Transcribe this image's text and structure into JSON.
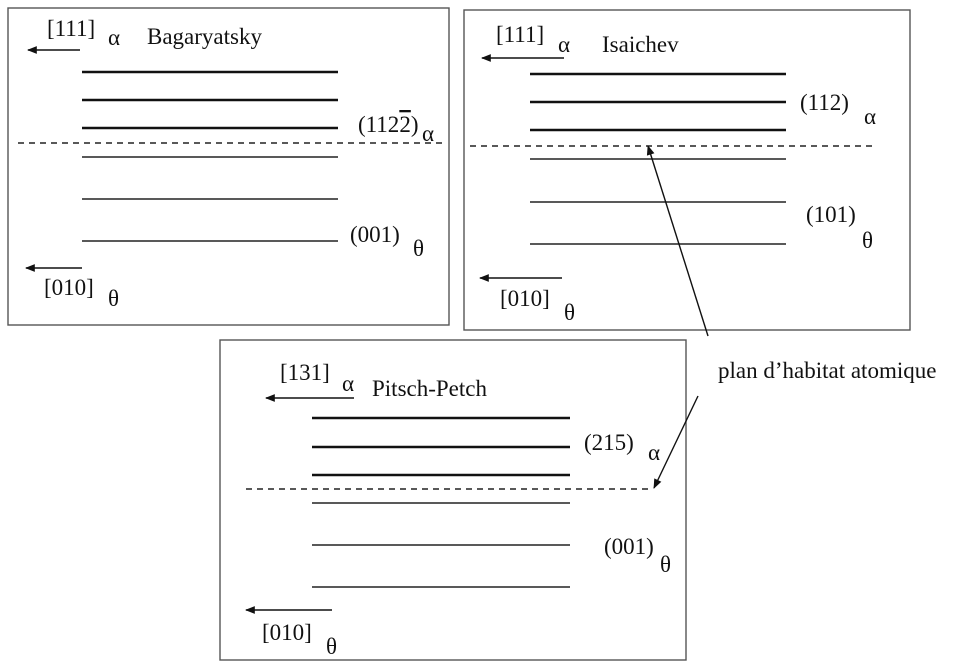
{
  "panels": [
    {
      "name": "bagaryatsky",
      "title": "Bagaryatsky",
      "dir_top": "[111]",
      "dir_top_sub": "α",
      "plane_a_open": "(112",
      "plane_a_bar": "2",
      "plane_a_close": ")",
      "plane_a_sub": "α",
      "plane_t": "(001)",
      "plane_t_sub": "θ",
      "dir_bottom": "[010]",
      "dir_bottom_sub": "θ"
    },
    {
      "name": "isaichev",
      "title": "Isaichev",
      "dir_top": "[111]",
      "dir_top_sub": "α",
      "plane_a": "(112)",
      "plane_a_sub": "α",
      "plane_t": "(101)",
      "plane_t_sub": "θ",
      "dir_bottom": "[010]",
      "dir_bottom_sub": "θ"
    },
    {
      "name": "pitsch-petch",
      "title": "Pitsch-Petch",
      "dir_top": "[131]",
      "dir_top_sub": "α",
      "plane_a": "(215)",
      "plane_a_sub": "α",
      "plane_t": "(001)",
      "plane_t_sub": "θ",
      "dir_bottom": "[010]",
      "dir_bottom_sub": "θ"
    }
  ],
  "annotation": "plan d’habitat atomique"
}
